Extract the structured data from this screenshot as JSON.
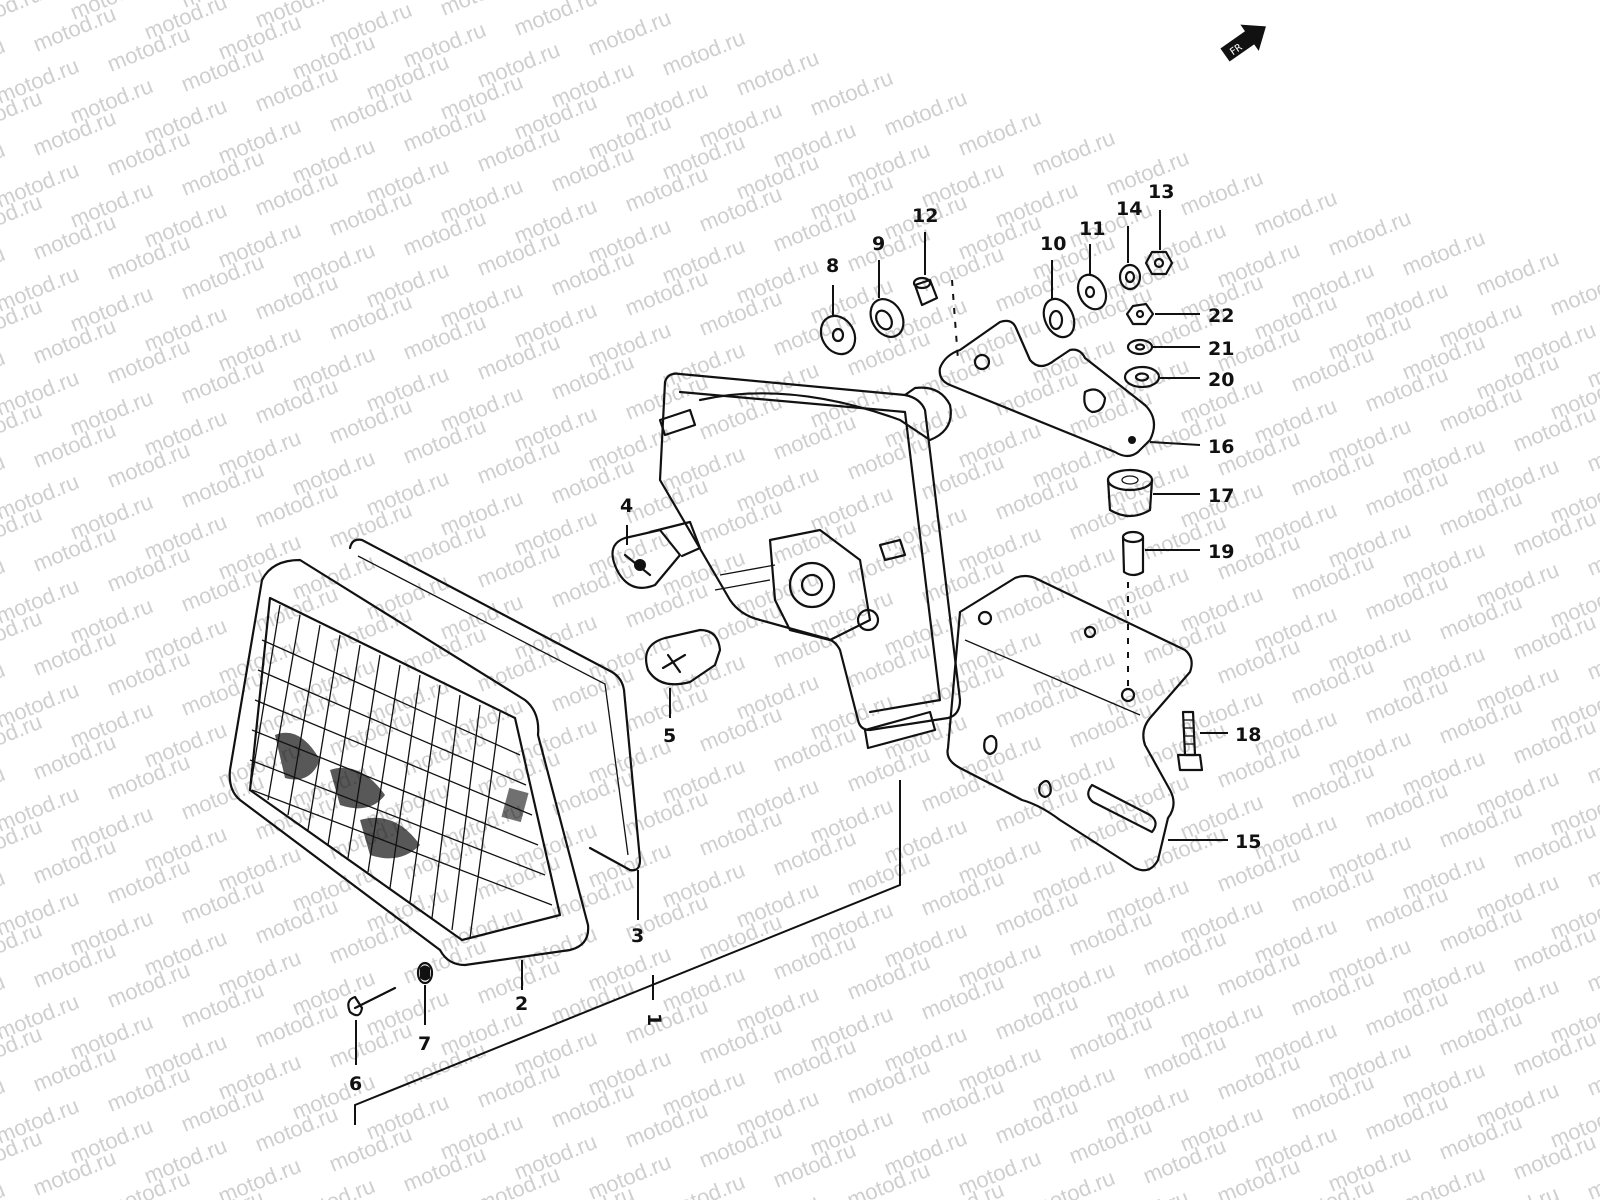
{
  "watermark": "motod.ru",
  "parts": [
    {
      "id": "p1",
      "label": "1"
    },
    {
      "id": "p2",
      "label": "2"
    },
    {
      "id": "p3",
      "label": "3"
    },
    {
      "id": "p4",
      "label": "4"
    },
    {
      "id": "p5",
      "label": "5"
    },
    {
      "id": "p6",
      "label": "6"
    },
    {
      "id": "p7",
      "label": "7"
    },
    {
      "id": "p8",
      "label": "8"
    },
    {
      "id": "p9",
      "label": "9"
    },
    {
      "id": "p10",
      "label": "10"
    },
    {
      "id": "p11",
      "label": "11"
    },
    {
      "id": "p12",
      "label": "12"
    },
    {
      "id": "p13",
      "label": "13"
    },
    {
      "id": "p14",
      "label": "14"
    },
    {
      "id": "p15",
      "label": "15"
    },
    {
      "id": "p16",
      "label": "16"
    },
    {
      "id": "p17",
      "label": "17"
    },
    {
      "id": "p18",
      "label": "18"
    },
    {
      "id": "p19",
      "label": "19"
    },
    {
      "id": "p20",
      "label": "20"
    },
    {
      "id": "p21",
      "label": "21"
    },
    {
      "id": "p22",
      "label": "22"
    }
  ],
  "icons": {
    "front_indicator": "front-arrow-icon"
  }
}
